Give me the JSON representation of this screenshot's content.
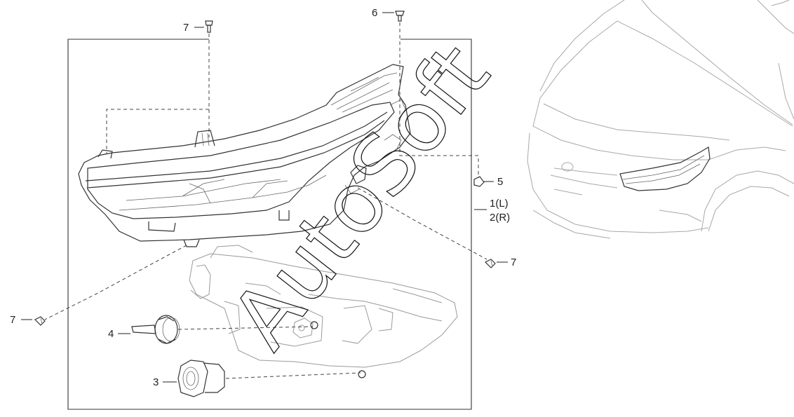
{
  "diagram": {
    "callouts": {
      "c1": "1(L)",
      "c2": "2(R)",
      "c3": "3",
      "c4": "4",
      "c5": "5",
      "c6": "6",
      "c7_top": "7",
      "c7_right": "7",
      "c7_left": "7"
    },
    "watermark": "AutoSoft"
  }
}
